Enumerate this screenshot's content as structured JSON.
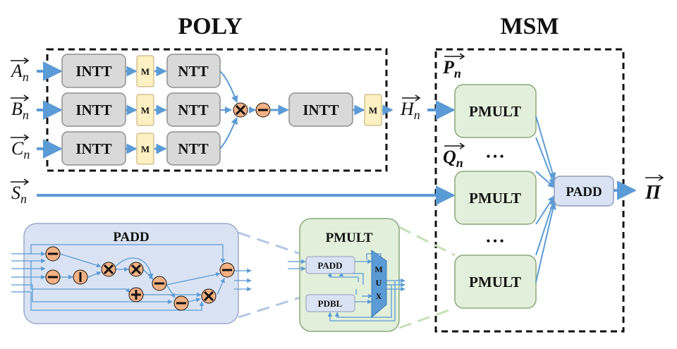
{
  "titles": {
    "poly": "POLY",
    "msm": "MSM"
  },
  "inputs": {
    "a": {
      "letter": "A",
      "sub": "n"
    },
    "b": {
      "letter": "B",
      "sub": "n"
    },
    "c": {
      "letter": "C",
      "sub": "n"
    },
    "s": {
      "letter": "S",
      "sub": "n"
    }
  },
  "poly": {
    "intt": "INTT",
    "ntt": "NTT",
    "m": "M",
    "intt_final": "INTT",
    "output": {
      "letter": "H",
      "sub": "n"
    }
  },
  "msm": {
    "p": {
      "letter": "P",
      "sub": "n"
    },
    "q": {
      "letter": "Q",
      "sub": "n"
    },
    "pmult": "PMULT",
    "padd": "PADD",
    "dots": "• • •",
    "output": "Π"
  },
  "detail": {
    "padd_title": "PADD",
    "pmult_title": "PMULT",
    "padd_inner": "PADD",
    "pdbl_inner": "PDBL",
    "mux": [
      "M",
      "U",
      "X"
    ]
  },
  "colors": {
    "gray_box": "#d9d9d9",
    "m_box": "#fdf0c2",
    "green_box": "#e2efda",
    "blue_box": "#dae3f3",
    "op_circle": "#f4b183",
    "arrow": "#5b9bd5",
    "mux": "#5b9bd5"
  }
}
